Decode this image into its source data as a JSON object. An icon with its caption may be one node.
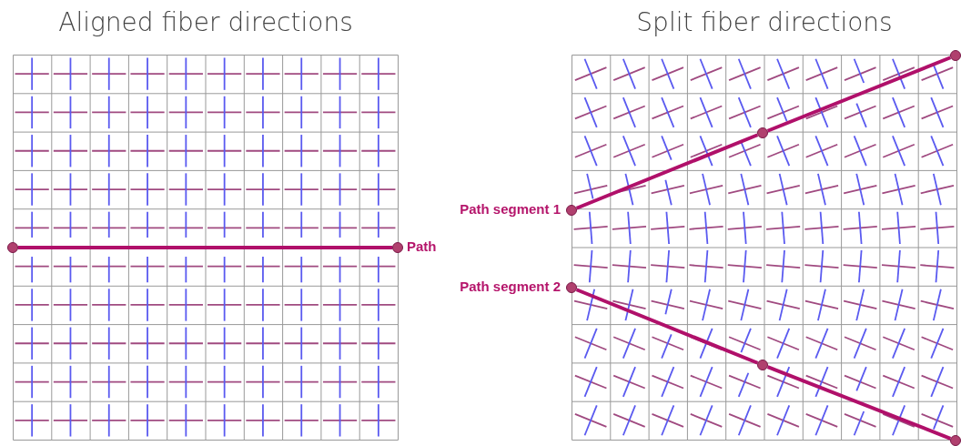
{
  "diagram": {
    "nodes": [
      {
        "text": [
          "Aligned fiber directions"
        ]
      },
      {
        "text": [
          "Split fiber directions"
        ]
      },
      {
        "text": [],
        "shape": "circle",
        "in": 0
      },
      {
        "text": [],
        "shape": "circle",
        "in": 0,
        "beside": [
          "Path"
        ]
      },
      {
        "text": [],
        "shape": "circle",
        "in": 1,
        "beside": [
          "Path segment 1"
        ]
      },
      {
        "text": [],
        "shape": "circle",
        "in": 1
      },
      {
        "text": [],
        "shape": "circle",
        "in": 1
      },
      {
        "text": [],
        "shape": "circle",
        "in": 1,
        "beside": [
          "Path segment 2"
        ]
      },
      {
        "text": [],
        "shape": "circle",
        "in": 1
      },
      {
        "text": [],
        "shape": "circle",
        "in": 1
      }
    ],
    "edges": [
      {
        "from": 2,
        "to": 3,
        "arrow": "none"
      },
      {
        "from": 4,
        "to": 5,
        "arrow": "none"
      },
      {
        "from": 5,
        "to": 6,
        "arrow": "none"
      },
      {
        "from": 7,
        "to": 8,
        "arrow": "none"
      },
      {
        "from": 8,
        "to": 9,
        "arrow": "none"
      }
    ]
  }
}
